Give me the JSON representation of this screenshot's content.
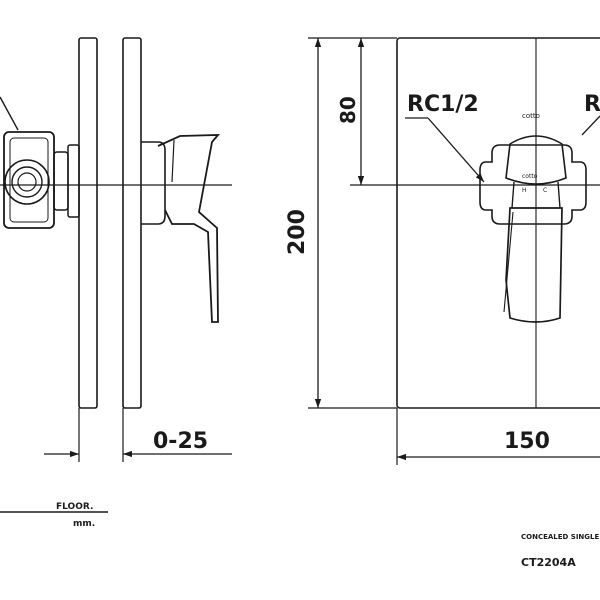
{
  "drawing": {
    "dimensions": {
      "thickness": "0-25",
      "height": "200",
      "width": "150",
      "inlet_offset": "80"
    },
    "thread_left": "RC1/2",
    "thread_right_partial": "R",
    "brand_plate": "cotto",
    "brand_handle": "cotto",
    "label_hot": "H",
    "label_cold": "C",
    "floor_label": "FLOOR.",
    "unit_label": "mm.",
    "product_description": "CONCEALED SINGLE",
    "model_number": "CT2204A"
  }
}
